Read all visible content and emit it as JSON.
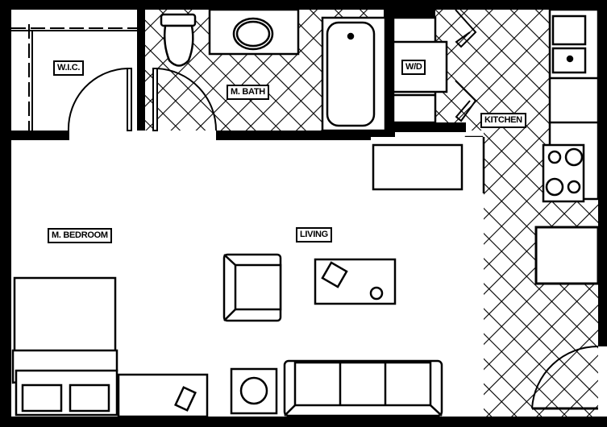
{
  "plan": {
    "type": "floor plan",
    "colors": {
      "wall": "#000000",
      "background": "#ffffff",
      "tile": "#000000"
    }
  },
  "rooms": {
    "wic": {
      "label": "W.I.C."
    },
    "bath": {
      "label": "M. BATH"
    },
    "wd": {
      "label": "W/D"
    },
    "kitchen": {
      "label": "KITCHEN"
    },
    "bedroom": {
      "label": "M. BEDROOM"
    },
    "living": {
      "label": "LIVING"
    }
  },
  "fixtures": [
    "toilet",
    "sink-vanity",
    "bathtub",
    "washer-dryer",
    "kitchen-sink",
    "range-4-burner",
    "refrigerator",
    "kitchen-counter",
    "desk",
    "bed",
    "nightstands",
    "dresser",
    "armchair",
    "coffee-table",
    "end-table",
    "sofa-3-seat"
  ]
}
